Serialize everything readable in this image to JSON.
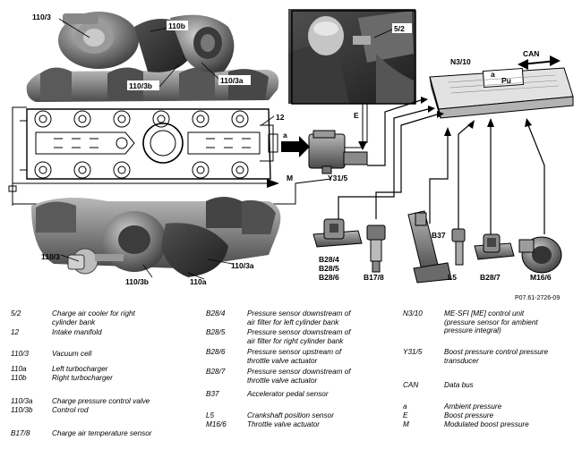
{
  "diagram_labels": {
    "t_110_3_top": "110/3",
    "t_110b_top": "110b",
    "t_110_3b_top": "110/3b",
    "t_110_3a_top": "110/3a",
    "t_12": "12",
    "t_5_2": "5/2",
    "t_E": "E",
    "t_a": "a",
    "t_M": "M",
    "t_Y31_5": "Y31/5",
    "t_N3_10": "N3/10",
    "t_CAN": "CAN",
    "t_a_box": "a",
    "t_Pu": "Pu",
    "t_B37": "B37",
    "t_B28_4": "B28/4",
    "t_B28_5": "B28/5",
    "t_B28_6": "B28/6",
    "t_B17_8": "B17/8",
    "t_L5": "L5",
    "t_B28_7": "B28/7",
    "t_M16_6": "M16/6",
    "t_110_3_bot": "110/3",
    "t_110_3b_bot": "110/3b",
    "t_110_3a_bot": "110/3a",
    "t_110a_bot": "110a",
    "footnote": "P07.61-2726-09"
  },
  "legend": {
    "col1": [
      {
        "code": "5/2",
        "desc": "Charge air cooler for right",
        "desc2": "cylinder bank"
      },
      {
        "code": "12",
        "desc": "Intake manifold"
      },
      {
        "code": "110/3",
        "desc": "Vacuum cell"
      },
      {
        "code": "110a",
        "desc": "Left turbocharger"
      },
      {
        "code": "110b",
        "desc": "Right turbocharger"
      },
      {
        "code": "110/3a",
        "desc": "Charge pressure control valve"
      },
      {
        "code": "110/3b",
        "desc": "Control rod"
      },
      {
        "code": "B17/8",
        "desc": "Charge air temperature sensor"
      }
    ],
    "col2": [
      {
        "code": "B28/4",
        "desc": "Pressure sensor downstream of",
        "desc2": "air filter for left cylinder bank"
      },
      {
        "code": "B28/5",
        "desc": "Pressure sensor downstream of",
        "desc2": "air filter for right cylinder bank"
      },
      {
        "code": "B28/6",
        "desc": "Pressure sensor upstream of",
        "desc2": "throttle valve actuator"
      },
      {
        "code": "B28/7",
        "desc": "Pressure sensor downstream of",
        "desc2": "throttle valve actuator"
      },
      {
        "code": "B37",
        "desc": "Accelerator pedal sensor"
      },
      {
        "code": "L5",
        "desc": "Crankshaft position sensor"
      },
      {
        "code": "M16/6",
        "desc": "Throttle valve actuator"
      }
    ],
    "col3": [
      {
        "code": "N3/10",
        "desc": "ME-SFI [ME] control unit",
        "desc2": "(pressure sensor for ambient",
        "desc3": "pressure integral)"
      },
      {
        "code": "Y31/5",
        "desc": "Boost pressure control pressure",
        "desc2": "transducer"
      },
      {
        "code": "CAN",
        "desc": "Data bus"
      },
      {
        "code": "a",
        "desc": "Ambient pressure"
      },
      {
        "code": "E",
        "desc": "Boost pressure"
      },
      {
        "code": "M",
        "desc": "Modulated boost pressure"
      }
    ]
  }
}
